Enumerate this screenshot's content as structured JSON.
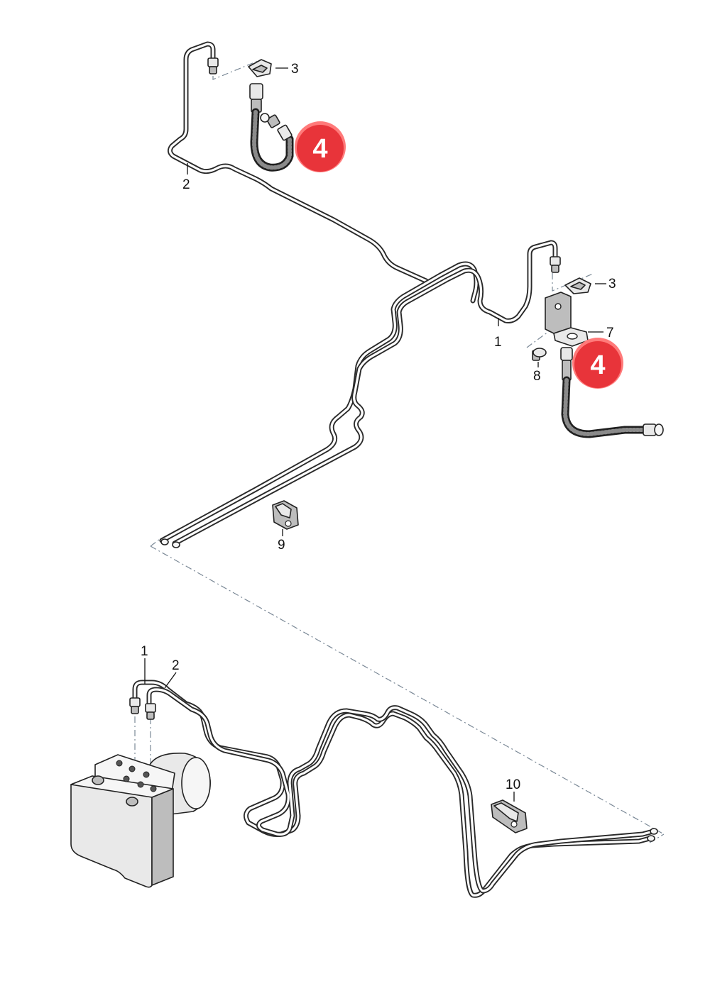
{
  "callouts": {
    "top_left": {
      "line_2": "2",
      "clip_3": "3"
    },
    "top_right": {
      "clip_3": "3",
      "line_1": "1",
      "bracket_7": "7",
      "bolt_8": "8"
    },
    "middle": {
      "clip_9": "9"
    },
    "bottom": {
      "line_1": "1",
      "line_2": "2",
      "clip_10": "10"
    }
  },
  "highlight_badges": [
    "4",
    "4"
  ],
  "colors": {
    "badge_fill": "#e8343a",
    "badge_rim": "#ff7a7a",
    "pipe_outline": "#2a2a2a",
    "dash_line": "#7a8896"
  }
}
